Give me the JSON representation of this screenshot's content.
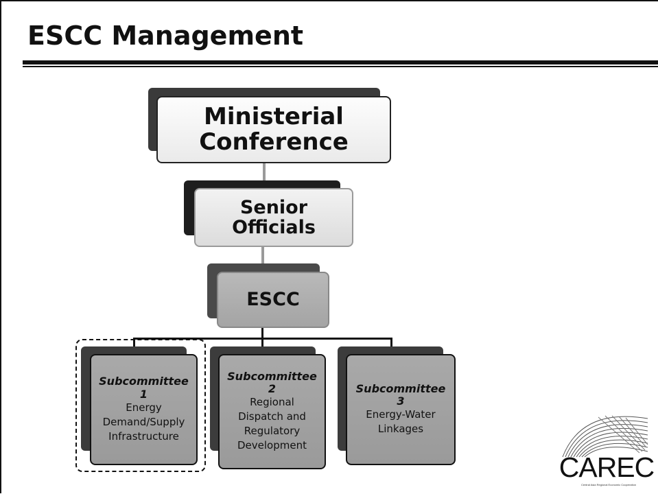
{
  "slide": {
    "title": "ESCC Management"
  },
  "org_chart": {
    "level1": {
      "line1": "Ministerial",
      "line2": "Conference"
    },
    "level2": {
      "line1": "Senior",
      "line2": "Officials"
    },
    "level3": {
      "label": "ESCC"
    },
    "subcommittees": [
      {
        "title": "Subcommittee",
        "number": "1",
        "desc": [
          "Energy",
          "Demand/Supply",
          "Infrastructure"
        ]
      },
      {
        "title": "Subcommittee",
        "number": "2",
        "desc": [
          "Regional",
          "Dispatch and",
          "Regulatory",
          "Development"
        ]
      },
      {
        "title": "Subcommittee",
        "number": "3",
        "desc": [
          "Energy-Water",
          "Linkages"
        ]
      }
    ]
  },
  "logo": {
    "text": "CAREC",
    "tagline": "Central Asia Regional Economic Cooperation"
  }
}
